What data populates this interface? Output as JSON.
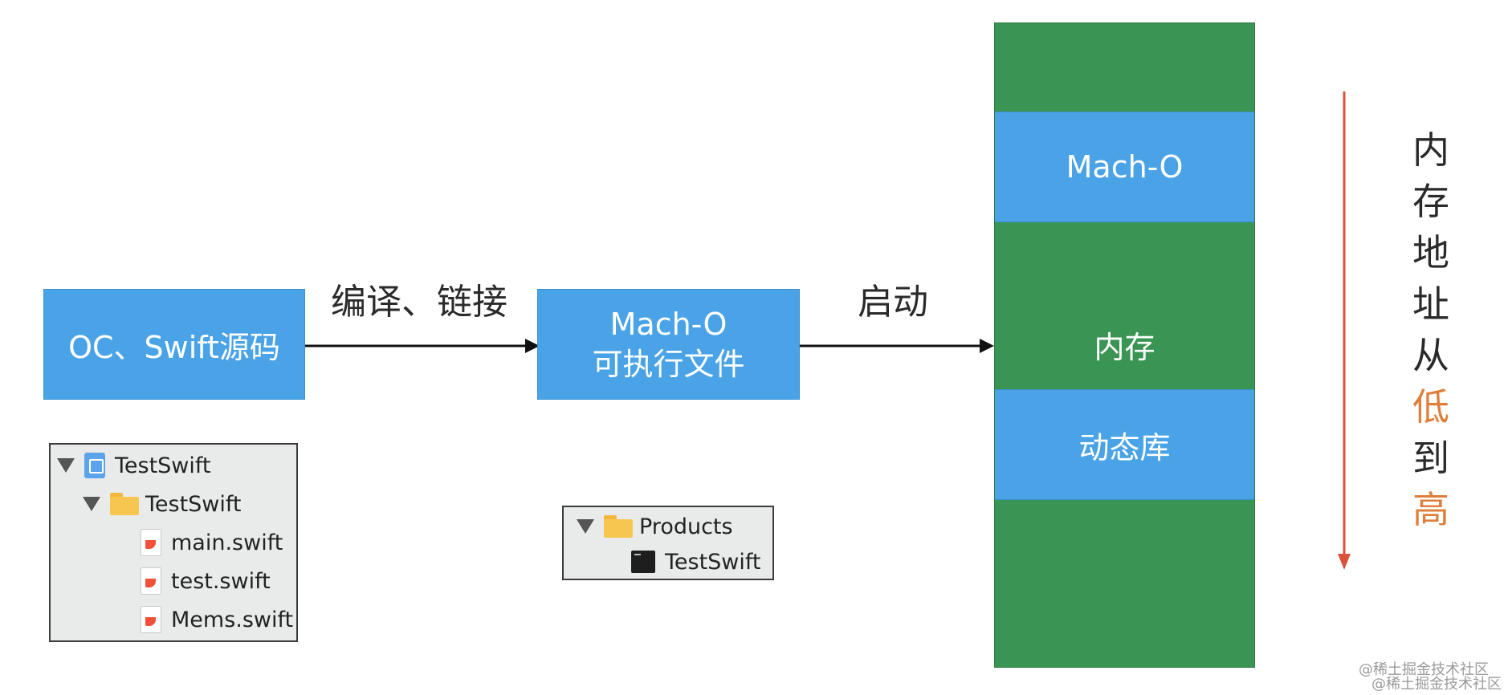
{
  "source_box": {
    "label": "OC、Swift源码"
  },
  "compile_label": "编译、链接",
  "macho_box": {
    "line1": "Mach-O",
    "line2": "可执行文件"
  },
  "launch_label": "启动",
  "memory_column": {
    "macho_label": "Mach-O",
    "memory_label": "内存",
    "dylib_label": "动态库"
  },
  "address_order": {
    "chars": [
      "内",
      "存",
      "地",
      "址",
      "从",
      "低",
      "到",
      "高"
    ],
    "highlight_color": "#e07d3a",
    "arrow_color": "#d9533b"
  },
  "project_tree": {
    "root": "TestSwift",
    "group": "TestSwift",
    "files": [
      "main.swift",
      "test.swift",
      "Mems.swift"
    ]
  },
  "products_tree": {
    "group": "Products",
    "item": "TestSwift"
  },
  "watermark": {
    "line1": "@稀土掘金技术社区",
    "line2": "@稀土掘金技术社区"
  },
  "colors": {
    "box_blue": "#4aa3e6",
    "memory_green": "#3a9453"
  }
}
